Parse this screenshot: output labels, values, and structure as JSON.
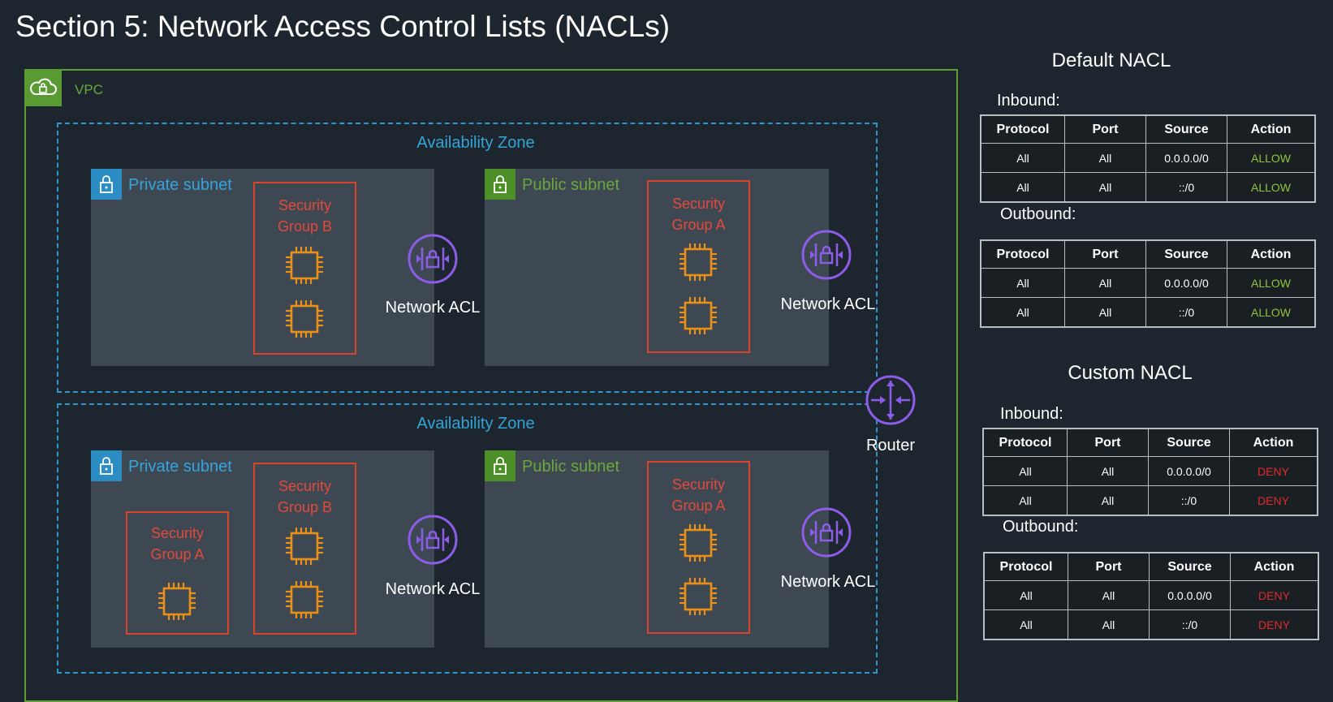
{
  "title": "Section 5: Network Access Control Lists (NACLs)",
  "vpc": {
    "label": "VPC"
  },
  "zones": [
    {
      "label": "Availability Zone",
      "private_subnet": {
        "label": "Private subnet",
        "security_groups": [
          "Security\nGroup B"
        ]
      },
      "public_subnet": {
        "label": "Public subnet",
        "security_groups": [
          "Security\nGroup A"
        ]
      },
      "nacl_labels": [
        "Network ACL",
        "Network ACL"
      ]
    },
    {
      "label": "Availability Zone",
      "private_subnet": {
        "label": "Private subnet",
        "security_groups": [
          "Security\nGroup A",
          "Security\nGroup B"
        ]
      },
      "public_subnet": {
        "label": "Public subnet",
        "security_groups": [
          "Security\nGroup A"
        ]
      },
      "nacl_labels": [
        "Network ACL",
        "Network ACL"
      ]
    }
  ],
  "router": {
    "label": "Router"
  },
  "default_nacl": {
    "title": "Default NACL",
    "inbound": {
      "label": "Inbound:",
      "headers": [
        "Protocol",
        "Port",
        "Source",
        "Action"
      ],
      "rows": [
        [
          "All",
          "All",
          "0.0.0.0/0",
          "ALLOW"
        ],
        [
          "All",
          "All",
          "::/0",
          "ALLOW"
        ]
      ]
    },
    "outbound": {
      "label": "Outbound:",
      "headers": [
        "Protocol",
        "Port",
        "Source",
        "Action"
      ],
      "rows": [
        [
          "All",
          "All",
          "0.0.0.0/0",
          "ALLOW"
        ],
        [
          "All",
          "All",
          "::/0",
          "ALLOW"
        ]
      ]
    }
  },
  "custom_nacl": {
    "title": "Custom NACL",
    "inbound": {
      "label": "Inbound:",
      "headers": [
        "Protocol",
        "Port",
        "Source",
        "Action"
      ],
      "rows": [
        [
          "All",
          "All",
          "0.0.0.0/0",
          "DENY"
        ],
        [
          "All",
          "All",
          "::/0",
          "DENY"
        ]
      ]
    },
    "outbound": {
      "label": "Outbound:",
      "headers": [
        "Protocol",
        "Port",
        "Source",
        "Action"
      ],
      "rows": [
        [
          "All",
          "All",
          "0.0.0.0/0",
          "DENY"
        ],
        [
          "All",
          "All",
          "::/0",
          "DENY"
        ]
      ]
    }
  },
  "colors": {
    "background": "#1d262e",
    "vpc_green": "#5e9e34",
    "az_blue": "#2e96c9",
    "security_group_red": "#d9442d",
    "ec2_orange": "#e8901a",
    "nacl_purple": "#8d5ce8",
    "allow_green": "#8fc53b",
    "deny_red": "#e02b2b"
  },
  "icons": [
    "vpc-cloud-icon",
    "lock-icon",
    "ec2-chip-icon",
    "network-acl-icon",
    "router-icon"
  ]
}
